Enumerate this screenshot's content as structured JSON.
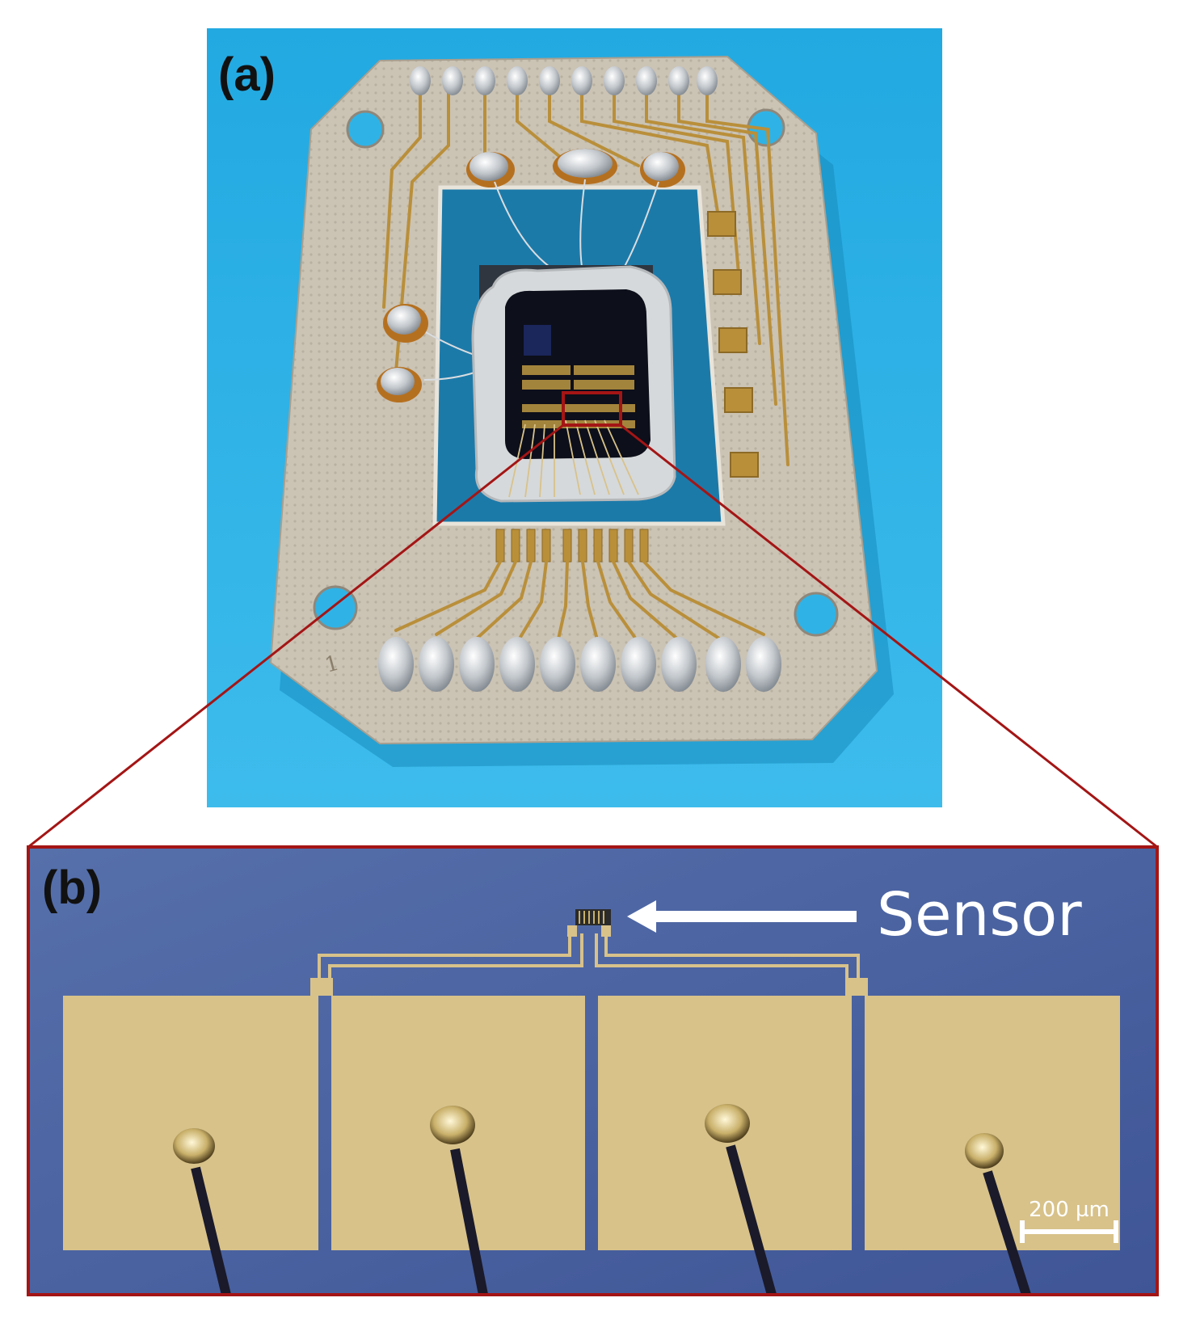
{
  "figure": {
    "panel_a": {
      "label": "(a)"
    },
    "panel_b": {
      "label": "(b)",
      "sensor_label": "Sensor",
      "scale_bar_label": "200 µm"
    },
    "board": {
      "marking": "1"
    }
  },
  "colors": {
    "background_blue": "#2fb3e6",
    "board": "#cbc3b4",
    "gold_trace": "#b98f3a",
    "solder": "#d4d8dc",
    "zoom_frame": "#a41515",
    "micro_background": "#4c63a3",
    "gold_pad": "#d8c28a",
    "label_text": "#111111",
    "white": "#ffffff"
  }
}
